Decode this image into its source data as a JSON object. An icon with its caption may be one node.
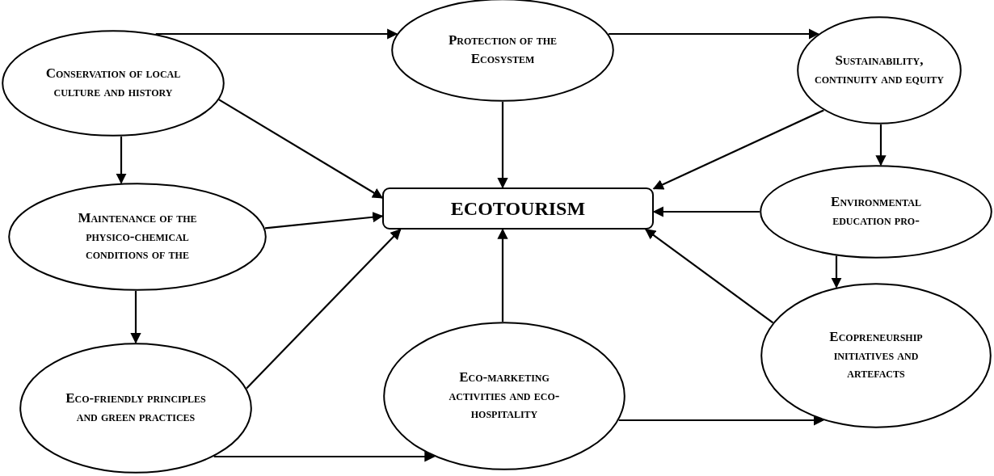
{
  "diagram": {
    "nodes": [
      {
        "text": [
          "Conservation of local culture and history"
        ]
      },
      {
        "text": [
          "Protection of the Ecosystem"
        ]
      },
      {
        "text": [
          "Sustainability, continuity and equity"
        ]
      },
      {
        "text": [
          "ECOTOURISM"
        ]
      },
      {
        "text": [
          "Environmental education pro-"
        ]
      },
      {
        "text": [
          "Maintenance of the physico-chemical conditions of the"
        ]
      },
      {
        "text": [
          "Eco-friendly principles and green practices"
        ]
      },
      {
        "text": [
          "Eco-marketing activities and eco-hospitality"
        ]
      },
      {
        "text": [
          "Ecopreneurship initiatives and artefacts"
        ]
      }
    ],
    "edges": [
      {
        "from": 0,
        "to": 1,
        "arrow": "to"
      },
      {
        "from": 1,
        "to": 2,
        "arrow": "to"
      },
      {
        "from": 0,
        "to": 3,
        "arrow": "to"
      },
      {
        "from": 1,
        "to": 3,
        "arrow": "to"
      },
      {
        "from": 2,
        "to": 3,
        "arrow": "to"
      },
      {
        "from": 0,
        "to": 5,
        "arrow": "to"
      },
      {
        "from": 4,
        "to": 3,
        "arrow": "to"
      },
      {
        "from": 5,
        "to": 3,
        "arrow": "to"
      },
      {
        "from": 2,
        "to": 4,
        "arrow": "to"
      },
      {
        "from": 5,
        "to": 6,
        "arrow": "to"
      },
      {
        "from": 4,
        "to": 8,
        "arrow": "to"
      },
      {
        "from": 6,
        "to": 3,
        "arrow": "to"
      },
      {
        "from": 7,
        "to": 3,
        "arrow": "to"
      },
      {
        "from": 8,
        "to": 3,
        "arrow": "to"
      },
      {
        "from": 6,
        "to": 7,
        "arrow": "to"
      },
      {
        "from": 7,
        "to": 8,
        "arrow": "to"
      }
    ]
  }
}
